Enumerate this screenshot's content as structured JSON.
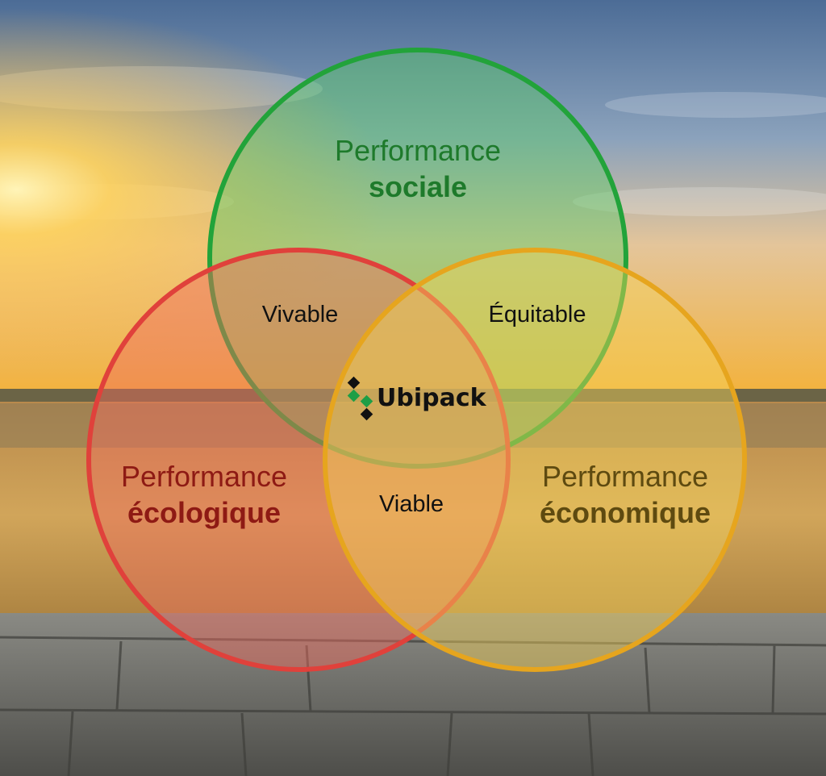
{
  "diagram": {
    "sets": [
      {
        "id": "social",
        "line1": "Performance",
        "line2": "sociale",
        "color": "#22A33A",
        "fill": "#5CCB66",
        "text_color": "#1E7A2B"
      },
      {
        "id": "ecologic",
        "line1": "Performance",
        "line2": "écologique",
        "color": "#E0413B",
        "fill": "#F06A5E",
        "text_color": "#8E1A14"
      },
      {
        "id": "economic",
        "line1": "Performance",
        "line2": "économique",
        "color": "#E6A51E",
        "fill": "#F3D35A",
        "text_color": "#5E4A10"
      }
    ],
    "intersections": {
      "social_ecologic": "Vivable",
      "social_economic": "Équitable",
      "ecologic_economic": "Viable"
    },
    "center": {
      "brand": "Ubipack",
      "logo_icon": "ubipack-logo-icon",
      "logo_colors": [
        "#1E9E46",
        "#111111"
      ]
    }
  },
  "background": {
    "sky_top": "#4C6C96",
    "sunset": "#F3B23C",
    "field": "#C69A4A",
    "wall": "#6E6E69"
  }
}
